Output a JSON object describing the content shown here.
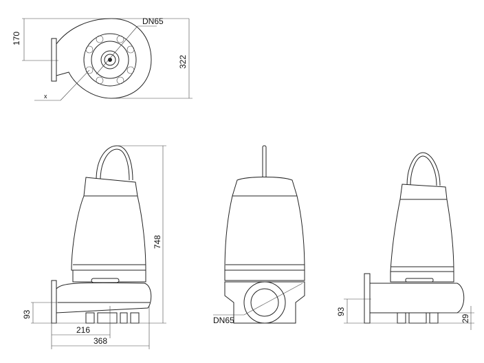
{
  "top_view": {
    "dim_height_offset": "170",
    "dim_diameter": "322",
    "outlet_label": "DN65",
    "section_mark": "x"
  },
  "side_view": {
    "dim_total_height": "748",
    "dim_outlet_height": "93",
    "dim_outlet_to_center": "216",
    "dim_total_length": "368"
  },
  "front_view": {
    "outlet_label": "DN65"
  },
  "right_view": {
    "dim_outlet_height": "93",
    "dim_foot_clearance": "29"
  },
  "colors": {
    "line": "#222222",
    "background": "#ffffff"
  }
}
